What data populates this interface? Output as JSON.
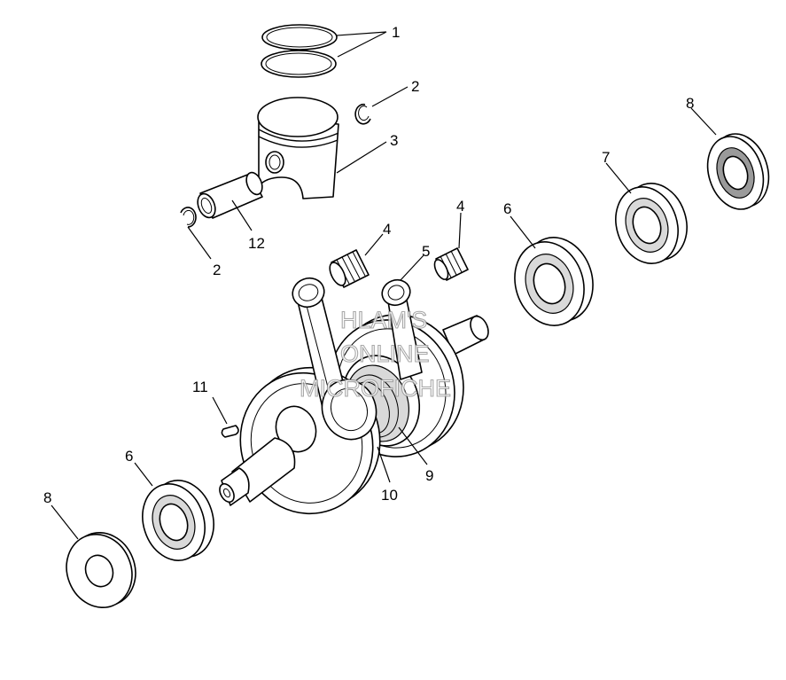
{
  "callouts": {
    "c1": "1",
    "c2a": "2",
    "c2b": "2",
    "c3": "3",
    "c4a": "4",
    "c4b": "4",
    "c5": "5",
    "c6a": "6",
    "c6b": "6",
    "c7": "7",
    "c8a": "8",
    "c8b": "8",
    "c9": "9",
    "c10": "10",
    "c11": "11",
    "c12": "12"
  },
  "watermark": {
    "line1": "HLAM'S",
    "line2": "ONLINE",
    "line3": "MICROFICHE"
  }
}
